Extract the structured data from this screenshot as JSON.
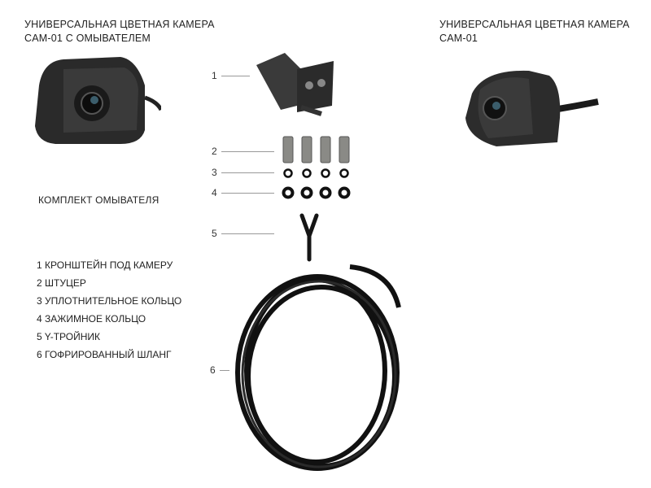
{
  "left_title": {
    "line1": "УНИВЕРСАЛЬНАЯ ЦВЕТНАЯ КАМЕРА",
    "line2": "CAM-01 С ОМЫВАТЕЛЕМ"
  },
  "right_title": {
    "line1": "УНИВЕРСАЛЬНАЯ ЦВЕТНАЯ КАМЕРА",
    "line2": "CAM-01"
  },
  "kit_label": "КОМПЛЕКТ ОМЫВАТЕЛЯ",
  "parts_list": [
    "1 КРОНШТЕЙН ПОД КАМЕРУ",
    "2 ШТУЦЕР",
    "3 УПЛОТНИТЕЛЬНОЕ КОЛЬЦО",
    "4 ЗАЖИМНОЕ КОЛЬЦО",
    "5 Y-ТРОЙНИК",
    "6 ГОФРИРОВАННЫЙ ШЛАНГ"
  ],
  "callouts": [
    "1",
    "2",
    "3",
    "4",
    "5",
    "6"
  ]
}
